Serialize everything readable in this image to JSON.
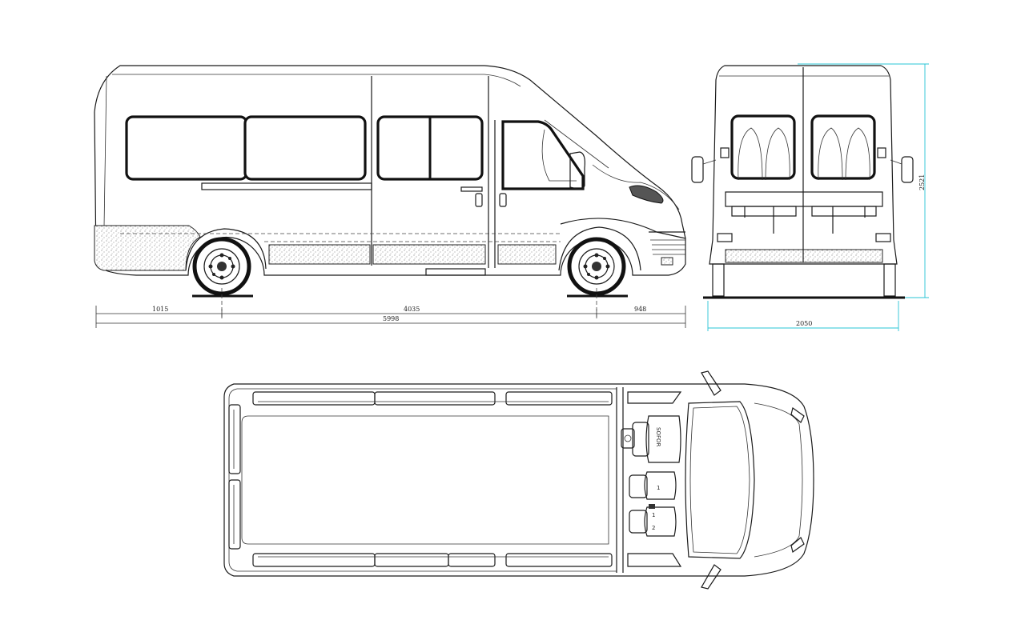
{
  "dimensions": {
    "rear_overhang": "1015",
    "wheelbase": "4035",
    "front_overhang": "948",
    "overall_length": "5998",
    "overall_width": "2050",
    "overall_height": "2521"
  },
  "plan_view": {
    "driver_seat_label": "SOFOR",
    "seat_numbers": [
      "1",
      "1",
      "2"
    ]
  },
  "colors": {
    "line": "#1a1a1a",
    "height_dimension": "#29c4d6"
  }
}
